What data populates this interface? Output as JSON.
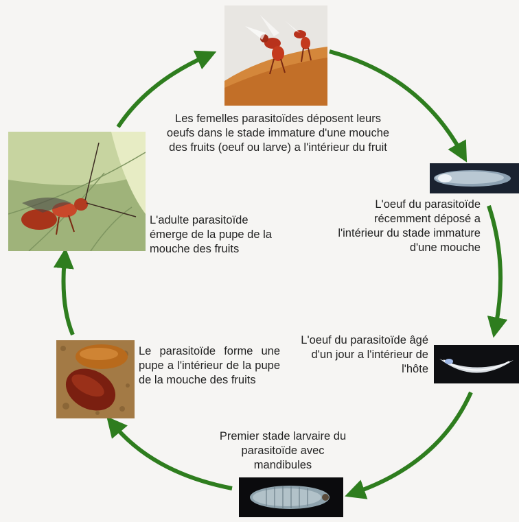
{
  "stages": [
    {
      "id": "oviposition",
      "caption": "Les femelles parasitoïdes déposent leurs oeufs dans le stade immature d'une mouche des fruits (oeuf ou larve) a l'intérieur du fruit",
      "image": "parasitoid-wasps-on-fruit"
    },
    {
      "id": "fresh-egg",
      "caption": "L'oeuf du parasitoïde récemment déposé a l'intérieur du stade immature d'une mouche",
      "image": "parasitoid-egg-in-host"
    },
    {
      "id": "day-old-egg",
      "caption": "L'oeuf du parasitoïde âgé d'un jour a l'intérieur de l'hôte",
      "image": "one-day-old-egg"
    },
    {
      "id": "first-instar",
      "caption": "Premier stade larvaire du parasitoïde avec mandibules",
      "image": "first-instar-larva"
    },
    {
      "id": "pupa",
      "caption": "Le parasitoïde forme une pupe a l'intérieur de la pupe de la mouche des fruits",
      "image": "fruit-fly-pupae"
    },
    {
      "id": "adult",
      "caption": "L'adulte parasitoïde émerge de la pupe de la mouche des fruits",
      "image": "adult-parasitoid-wasp"
    }
  ],
  "colors": {
    "arrow": "#2e7d1e",
    "background": "#f6f5f3",
    "text": "#222222"
  }
}
